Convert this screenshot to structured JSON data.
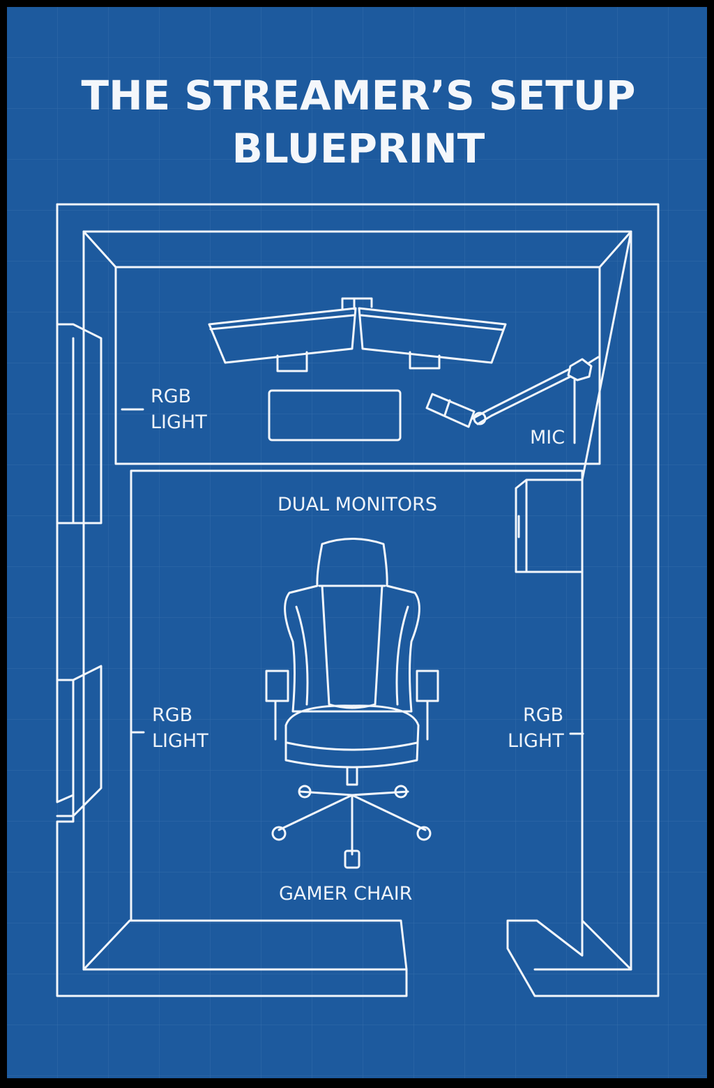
{
  "title": {
    "line1": "THE STREAMER’S SETUP",
    "line2": "BLUEPRINT"
  },
  "labels": {
    "rgb_light_top_left": [
      "RGB",
      "LIGHT"
    ],
    "mic": "MIC",
    "dual_monitors": "DUAL MONITORS",
    "rgb_light_left": [
      "RGB",
      "LIGHT"
    ],
    "rgb_light_right": [
      "RGB",
      "LIGHT"
    ],
    "gamer_chair": "GAMER CHAIR"
  },
  "colors": {
    "background": "#1d5a9e",
    "grid": "#3a73b0",
    "lines": "#f2f6fb",
    "frame": "#000000"
  }
}
